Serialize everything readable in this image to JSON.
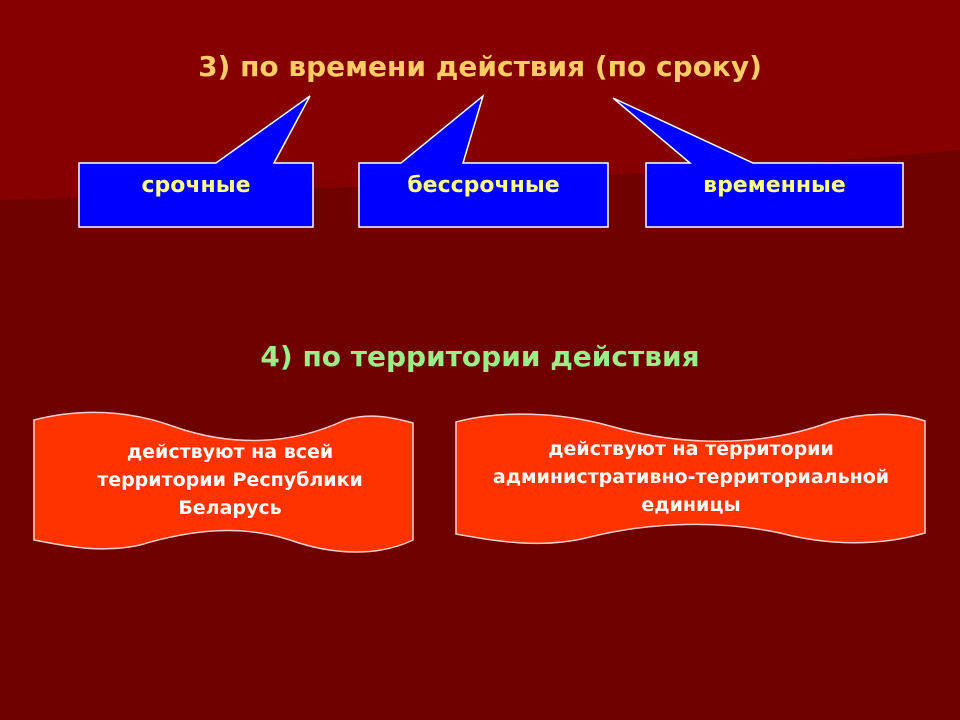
{
  "slide": {
    "section3": {
      "title": "3) по времени действия (по сроку)",
      "items": [
        {
          "label": "срочные"
        },
        {
          "label": "бессрочные"
        },
        {
          "label": "временные"
        }
      ]
    },
    "section4": {
      "title": "4) по территории действия",
      "items": [
        {
          "label": "действуют на всей территории Республики Беларусь"
        },
        {
          "label": "действуют на территории административно-территориальной единицы"
        }
      ]
    }
  },
  "colors": {
    "background": "#6e0000",
    "title3": "#ffcc66",
    "title4": "#99ee88",
    "callout_fill": "#0000ff",
    "callout_text": "#ffff88",
    "banner_fill": "#ff3300",
    "banner_text": "#ffffff"
  }
}
